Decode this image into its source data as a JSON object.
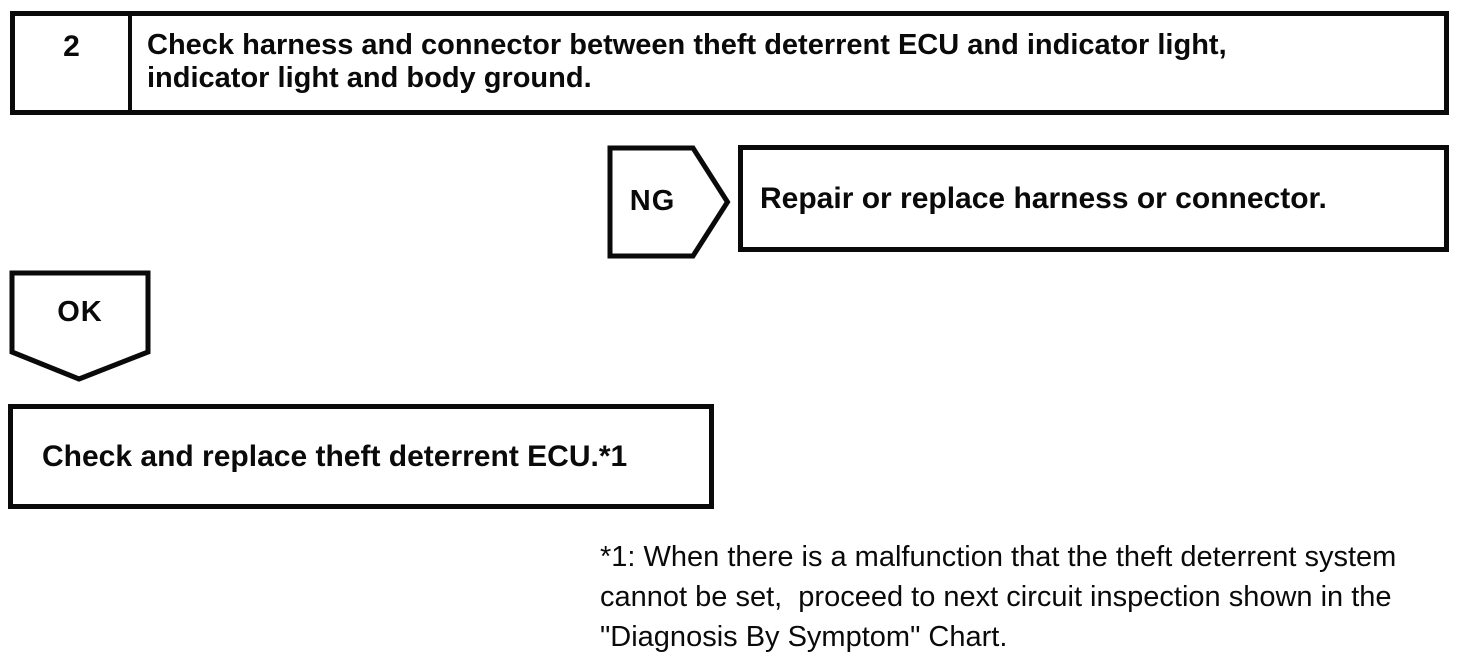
{
  "colors": {
    "ink": "#0a0a0a",
    "paper": "#ffffff"
  },
  "step": {
    "number": "2",
    "instruction_lines": [
      "Check harness and connector between theft deterrent ECU and indicator light,",
      "indicator light and body ground."
    ]
  },
  "ng_branch": {
    "label": "NG",
    "result": "Repair or replace harness or connector."
  },
  "ok_branch": {
    "label": "OK",
    "result": "Check and replace theft deterrent ECU.*1"
  },
  "footnote": {
    "lines": [
      "*1: When there is a malfunction that the theft deterrent system",
      "cannot be set,  proceed to next circuit inspection shown in the",
      "\"Diagnosis By Symptom\" Chart."
    ]
  }
}
